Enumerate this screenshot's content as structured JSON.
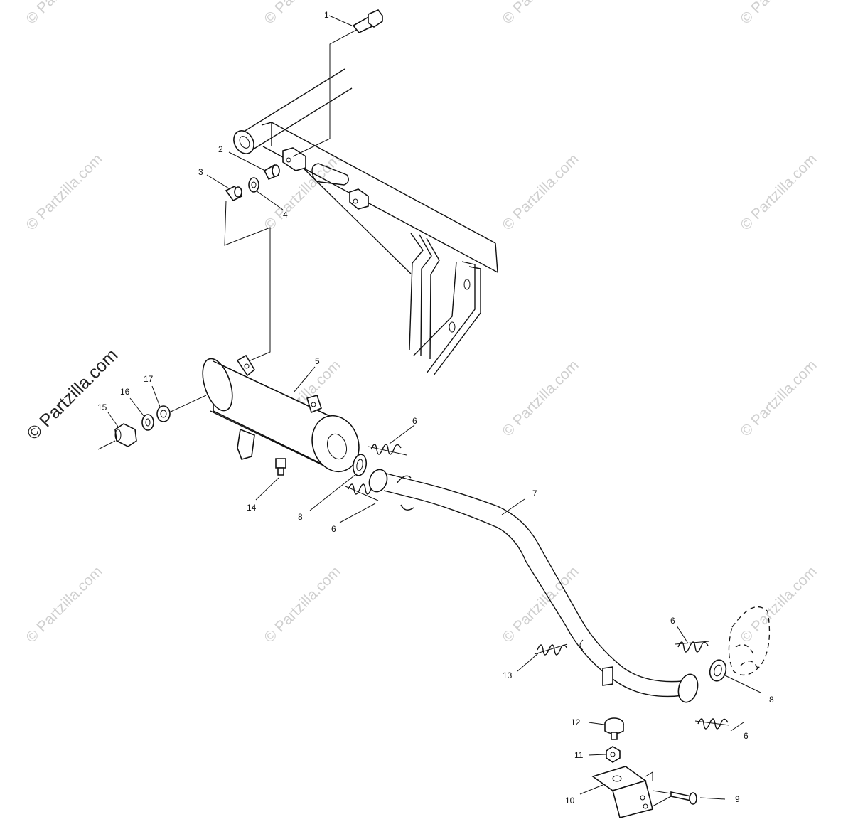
{
  "watermark": {
    "text": "© Partzilla.com",
    "color": "#cfcfcf"
  },
  "brand_label": "© Partzilla.com",
  "callouts": {
    "c1": "1",
    "c2": "2",
    "c3": "3",
    "c4": "4",
    "c5": "5",
    "c6a": "6",
    "c6b": "6",
    "c6c": "6",
    "c6d": "6",
    "c7": "7",
    "c8a": "8",
    "c8b": "8",
    "c9": "9",
    "c10": "10",
    "c11": "11",
    "c12": "12",
    "c13": "13",
    "c14": "14",
    "c15": "15",
    "c16": "16",
    "c17": "17"
  }
}
